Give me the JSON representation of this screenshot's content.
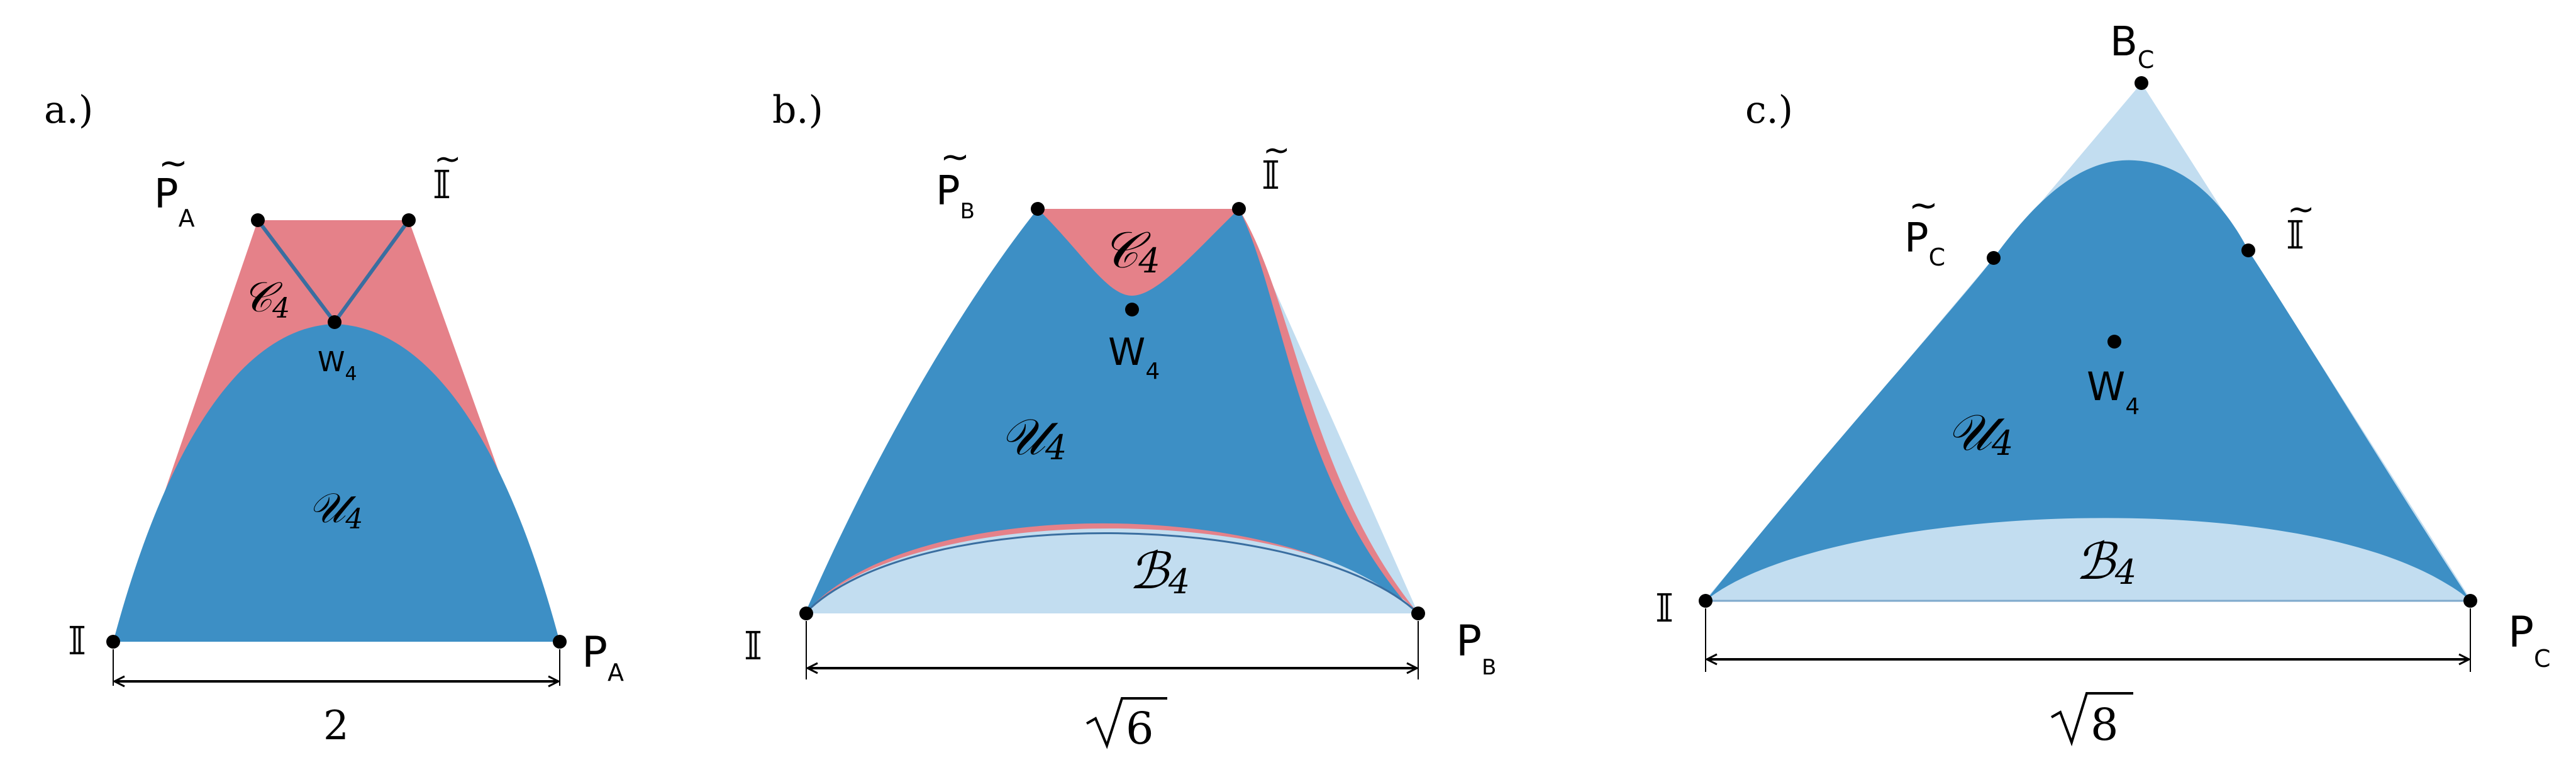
{
  "colors": {
    "light_blue": "#c2ddf0",
    "pink": "#e58189",
    "blue": "#3d8fc5",
    "dark_blue_edge": "#3a6ea0",
    "black": "#000000"
  },
  "panels": [
    {
      "tag": "a.)",
      "vertex_top_left": "P",
      "vertex_top_left_sub": "A",
      "vertex_top_right": "𝕀",
      "vertex_bottom_left": "𝕀",
      "vertex_bottom_right": "P",
      "vertex_bottom_right_sub": "A",
      "center": "W",
      "center_sub": "4",
      "region_c": "𝒞",
      "region_c_sub": "4",
      "region_u": "𝒰",
      "region_u_sub": "4",
      "width_label": "2"
    },
    {
      "tag": "b.)",
      "vertex_top_left": "P",
      "vertex_top_left_sub": "B",
      "vertex_top_right": "𝕀",
      "vertex_bottom_left": "𝕀",
      "vertex_bottom_right": "P",
      "vertex_bottom_right_sub": "B",
      "center": "W",
      "center_sub": "4",
      "region_c": "𝒞",
      "region_c_sub": "4",
      "region_u": "𝒰",
      "region_u_sub": "4",
      "region_b": "ℬ",
      "region_b_sub": "4",
      "width_label": "6"
    },
    {
      "tag": "c.)",
      "vertex_top": "B",
      "vertex_top_sub": "C",
      "vertex_mid_left": "P",
      "vertex_mid_left_sub": "C",
      "vertex_mid_right": "𝕀",
      "vertex_bottom_left": "𝕀",
      "vertex_bottom_right": "P",
      "vertex_bottom_right_sub": "C",
      "center": "W",
      "center_sub": "4",
      "region_u": "𝒰",
      "region_u_sub": "4",
      "region_b": "ℬ",
      "region_b_sub": "4",
      "width_label": "8"
    }
  ]
}
